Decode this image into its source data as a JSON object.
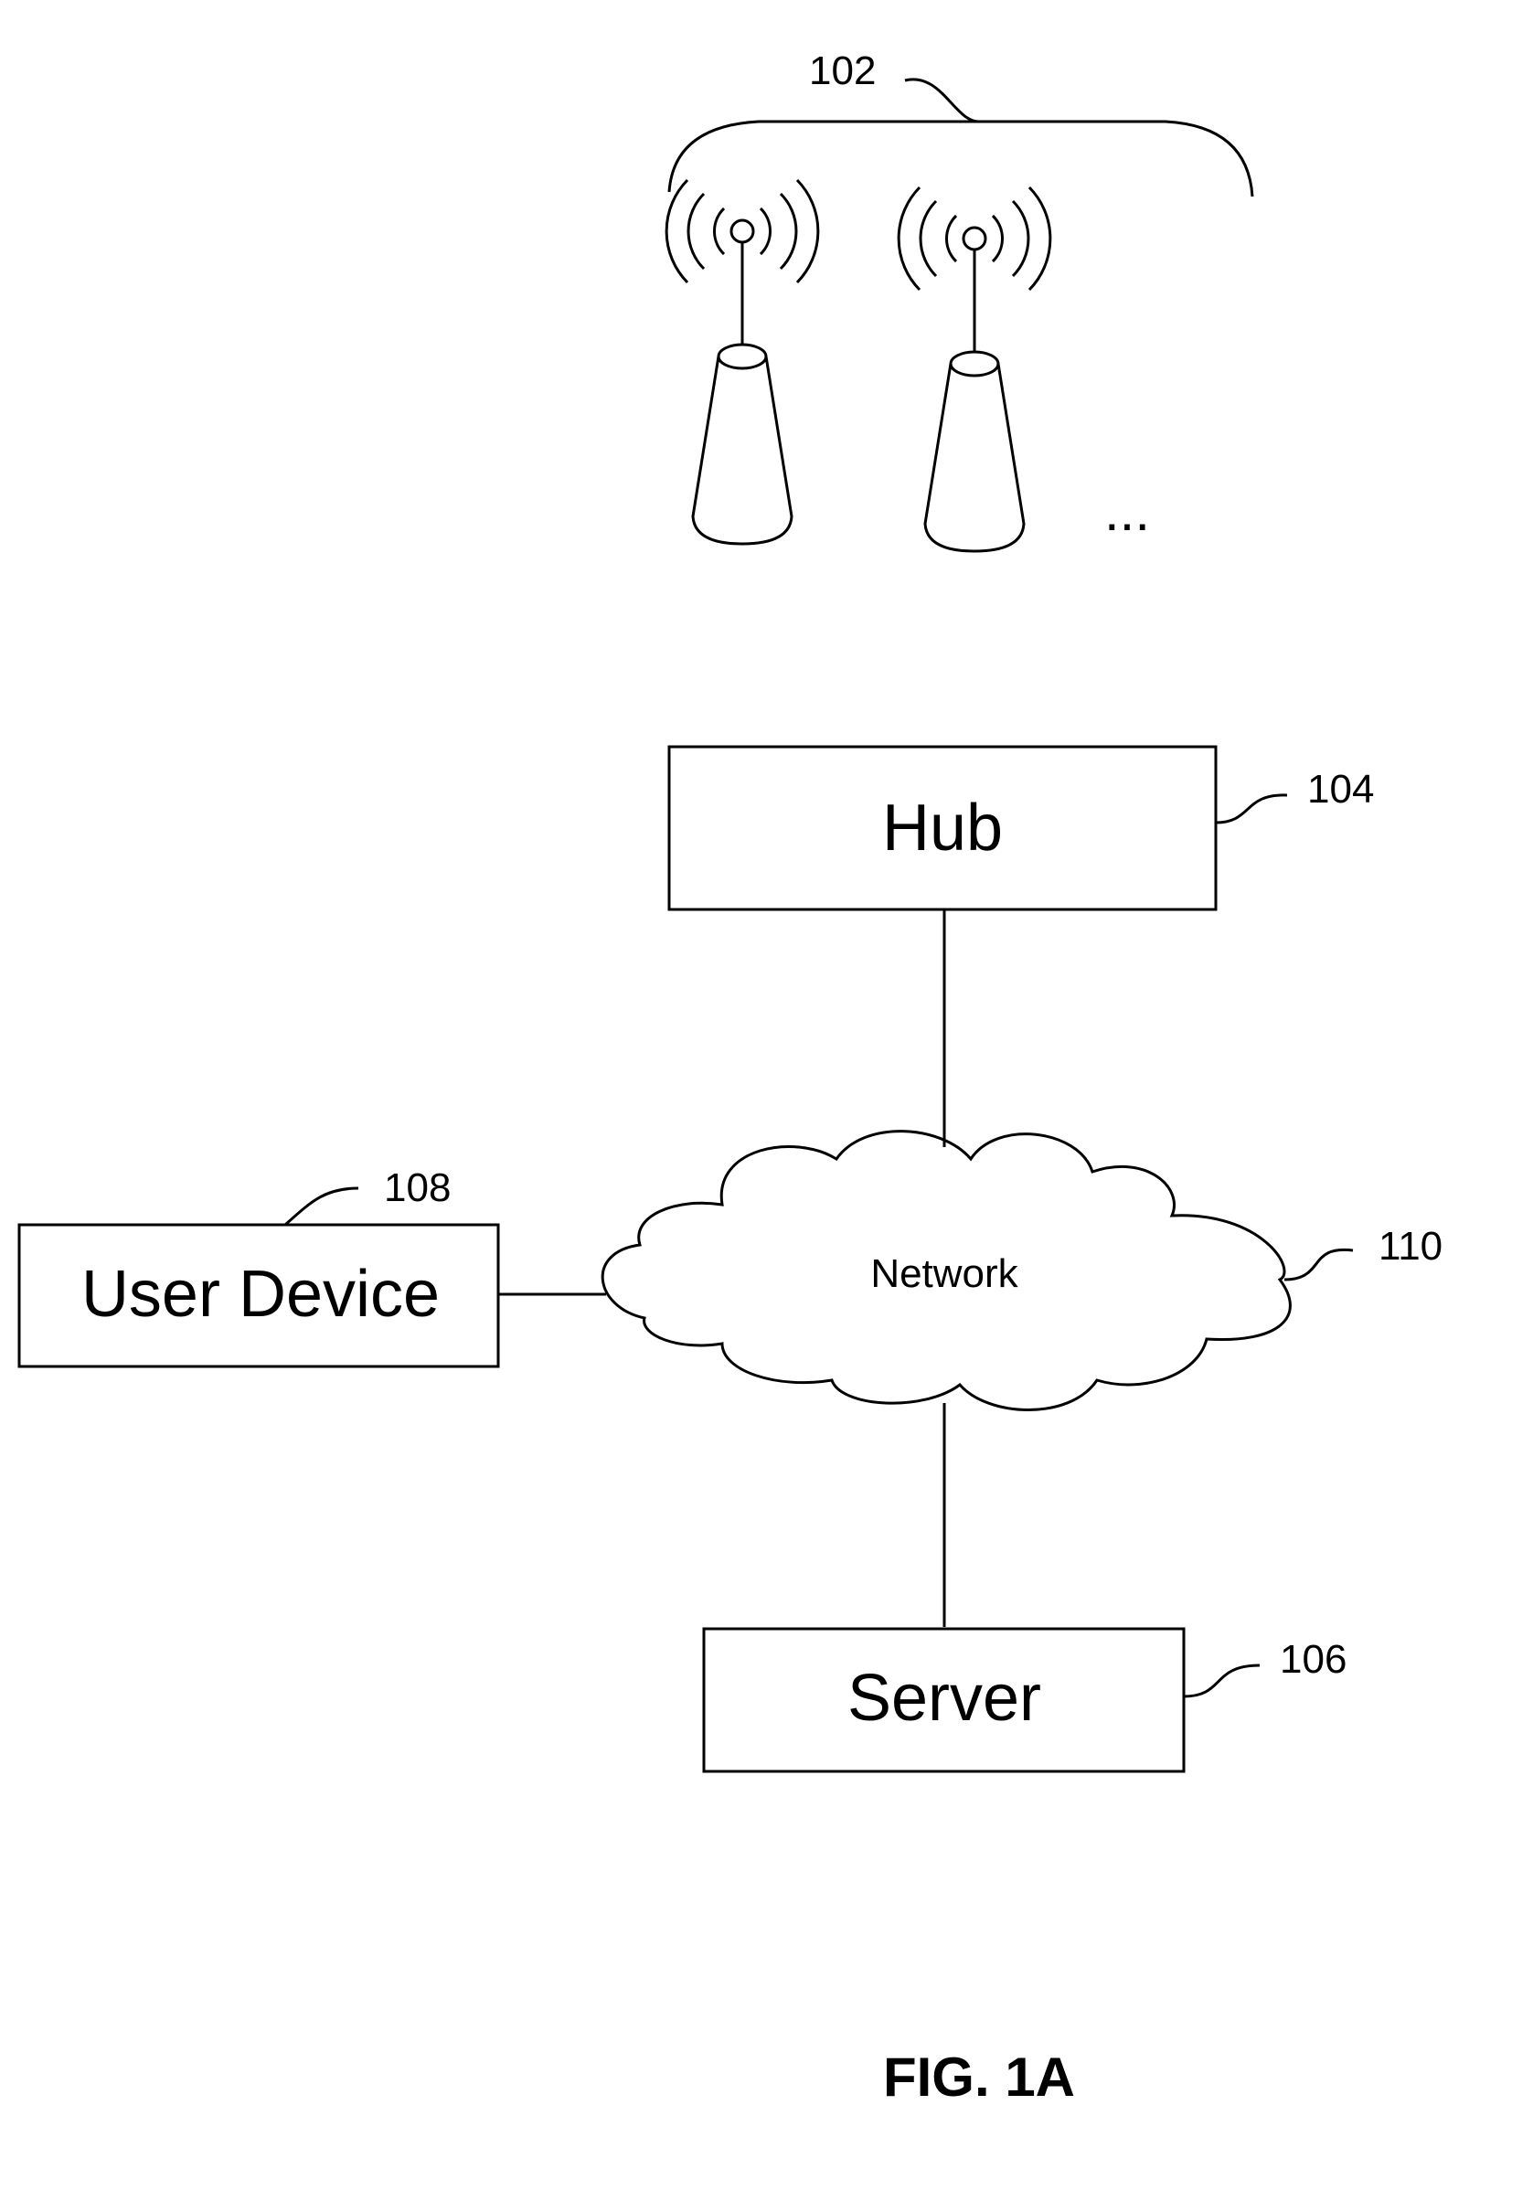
{
  "figure_label": "FIG. 1A",
  "sensors": {
    "ref": "102",
    "ellipsis": "...",
    "icon": "sensor-tower-icon"
  },
  "hub": {
    "label": "Hub",
    "ref": "104"
  },
  "network": {
    "label": "Network",
    "ref": "110",
    "icon": "cloud-icon"
  },
  "server": {
    "label": "Server",
    "ref": "106"
  },
  "user_device": {
    "label": "User Device",
    "ref": "108"
  },
  "colors": {
    "line": "#000000",
    "background": "#ffffff"
  }
}
